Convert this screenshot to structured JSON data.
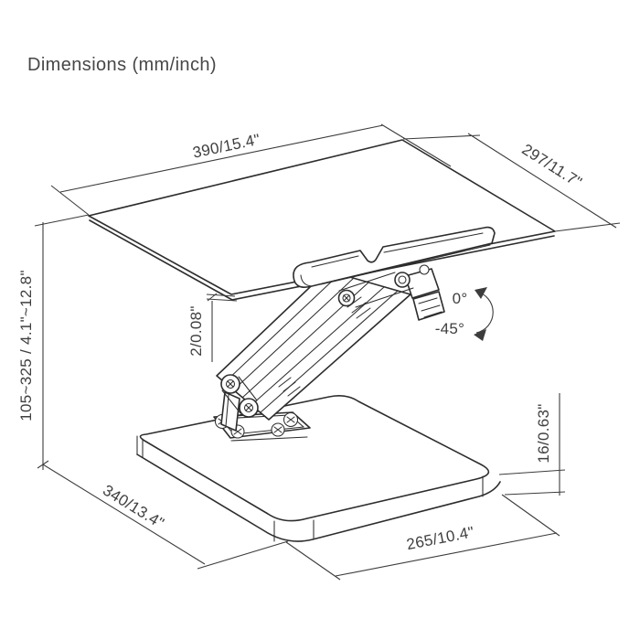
{
  "title": "Dimensions (mm/inch)",
  "diagram": {
    "labels": {
      "tray_width": "390/15.4\"",
      "tray_depth": "297/11.7\"",
      "height_range": "105~325 / 4.1\"~12.8\"",
      "tray_thickness": "2/0.08\"",
      "tilt_max": "0°",
      "tilt_min": "-45°",
      "base_thickness": "16/0.63\"",
      "base_side_depth": "340/13.4\"",
      "base_front_width": "265/10.4\""
    },
    "colors": {
      "line": "#3c3c3c",
      "object_line": "#2d2d2d",
      "text": "#3f3f3f",
      "background": "#ffffff"
    }
  }
}
